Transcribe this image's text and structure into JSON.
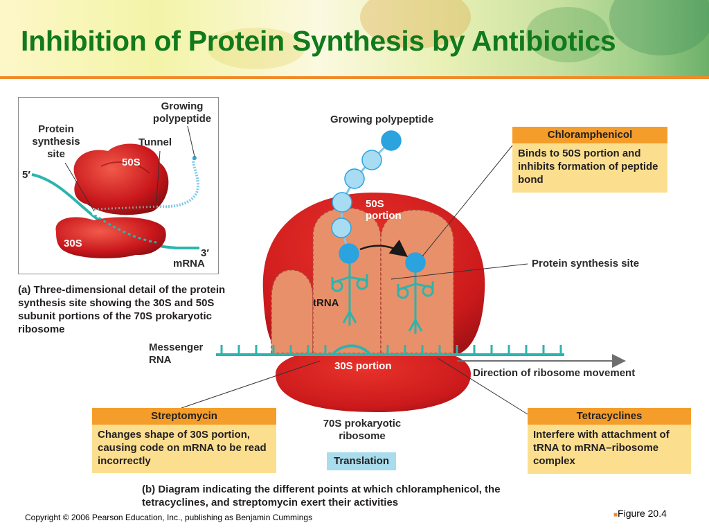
{
  "title": "Inhibition of Protein Synthesis by Antibiotics",
  "panel_a": {
    "growing_polypeptide": "Growing polypeptide",
    "protein_synthesis_site": "Protein synthesis site",
    "tunnel": "Tunnel",
    "five_prime": "5′",
    "three_prime": "3′",
    "subunit_50s": "50S",
    "subunit_30s": "30S",
    "mrna": "mRNA",
    "caption_letter": "(a)",
    "caption_text": "Three-dimensional detail of the protein synthesis site showing the 30S and 50S subunit portions of the 70S prokaryotic ribosome"
  },
  "panel_b": {
    "growing_polypeptide": "Growing polypeptide",
    "portion_50s": "50S portion",
    "portion_30s": "30S portion",
    "trna": "tRNA",
    "protein_synthesis_site": "Protein synthesis site",
    "messenger_rna": "Messenger RNA",
    "direction": "Direction of ribosome movement",
    "ribosome_70s": "70S prokaryotic ribosome",
    "translation": "Translation",
    "caption_letter": "(b)",
    "caption_text": "Diagram indicating the different points at which chloramphenicol, the tetracyclines, and streptomycin exert their activities"
  },
  "callouts": {
    "chloramphenicol": {
      "title": "Chloramphenicol",
      "body": "Binds to 50S portion and inhibits formation of peptide bond"
    },
    "streptomycin": {
      "title": "Streptomycin",
      "body": "Changes shape of 30S portion, causing code on mRNA to be read incorrectly"
    },
    "tetracyclines": {
      "title": "Tetracyclines",
      "body": "Interfere with attachment of tRNA to mRNA–ribosome complex"
    }
  },
  "footer": {
    "copyright": "Copyright © 2006 Pearson Education, Inc., publishing as Benjamin Cummings",
    "figure": "Figure 20.4"
  },
  "colors": {
    "title_green": "#117a1d",
    "accent_orange": "#f08a2a",
    "ribosome_red": "#d4191c",
    "ribosome_inner": "#e8906a",
    "mrna_teal": "#2bb5ad",
    "callout_head": "#f59d2a",
    "callout_body": "#fbdf8f",
    "bead_blue": "#2ba3df"
  }
}
